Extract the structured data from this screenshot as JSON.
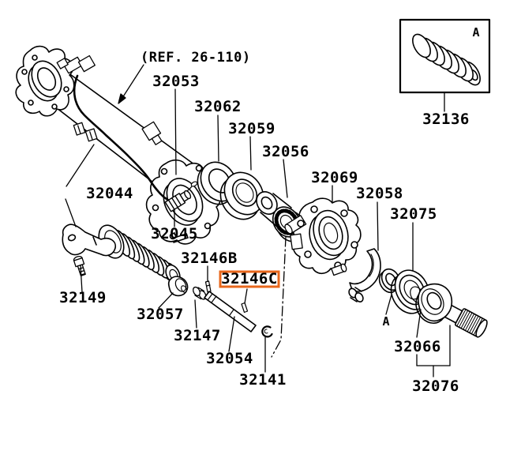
{
  "diagram": {
    "type": "exploded-parts-diagram",
    "reference_note": "(REF. 26-110)",
    "highlighted_part": "32146C",
    "detail_view_marker": "A",
    "washer_detail_marker": "A",
    "colors": {
      "highlight": "#E8671C",
      "line": "#000000",
      "background": "#FFFFFF"
    },
    "part_numbers": {
      "32053": "32053",
      "32062": "32062",
      "32059": "32059",
      "32056": "32056",
      "32069": "32069",
      "32058": "32058",
      "32075": "32075",
      "32136": "32136",
      "32044": "32044",
      "32045": "32045",
      "32149": "32149",
      "32057": "32057",
      "32146B": "32146B",
      "32146C": "32146C",
      "32147": "32147",
      "32054": "32054",
      "32141": "32141",
      "32066": "32066",
      "32076": "32076"
    }
  }
}
